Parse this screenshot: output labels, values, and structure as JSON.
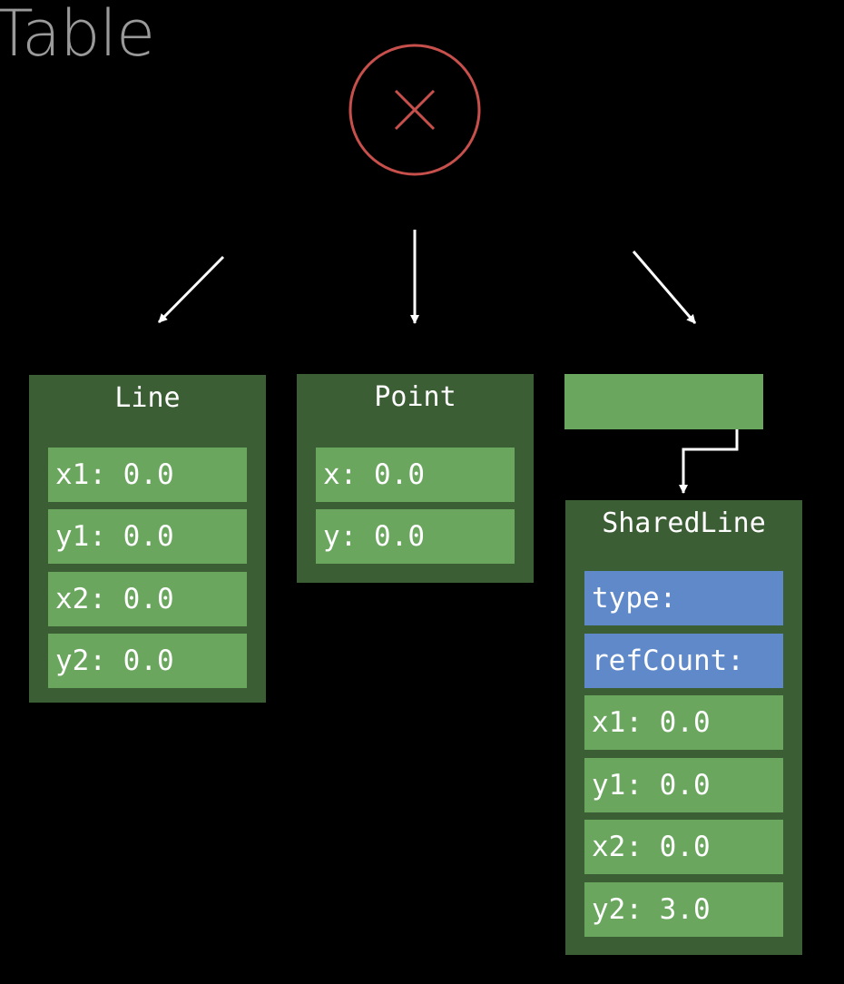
{
  "title": "Table",
  "colors": {
    "background": "#000000",
    "box": "#3c5e34",
    "field_green": "#6aa65e",
    "field_blue": "#6089c9",
    "x_icon": "#c8504c",
    "arrows": "#ffffff"
  },
  "line_box": {
    "title": "Line",
    "fields": [
      "x1: 0.0",
      "y1: 0.0",
      "x2: 0.0",
      "y2: 0.0"
    ]
  },
  "point_box": {
    "title": "Point",
    "fields": [
      "x: 0.0",
      "y: 0.0"
    ]
  },
  "shared_line_box": {
    "title": "SharedLine",
    "header_fields": [
      "type:",
      "refCount:"
    ],
    "fields": [
      "x1: 0.0",
      "y1: 0.0",
      "x2: 0.0",
      "y2: 3.0"
    ]
  }
}
